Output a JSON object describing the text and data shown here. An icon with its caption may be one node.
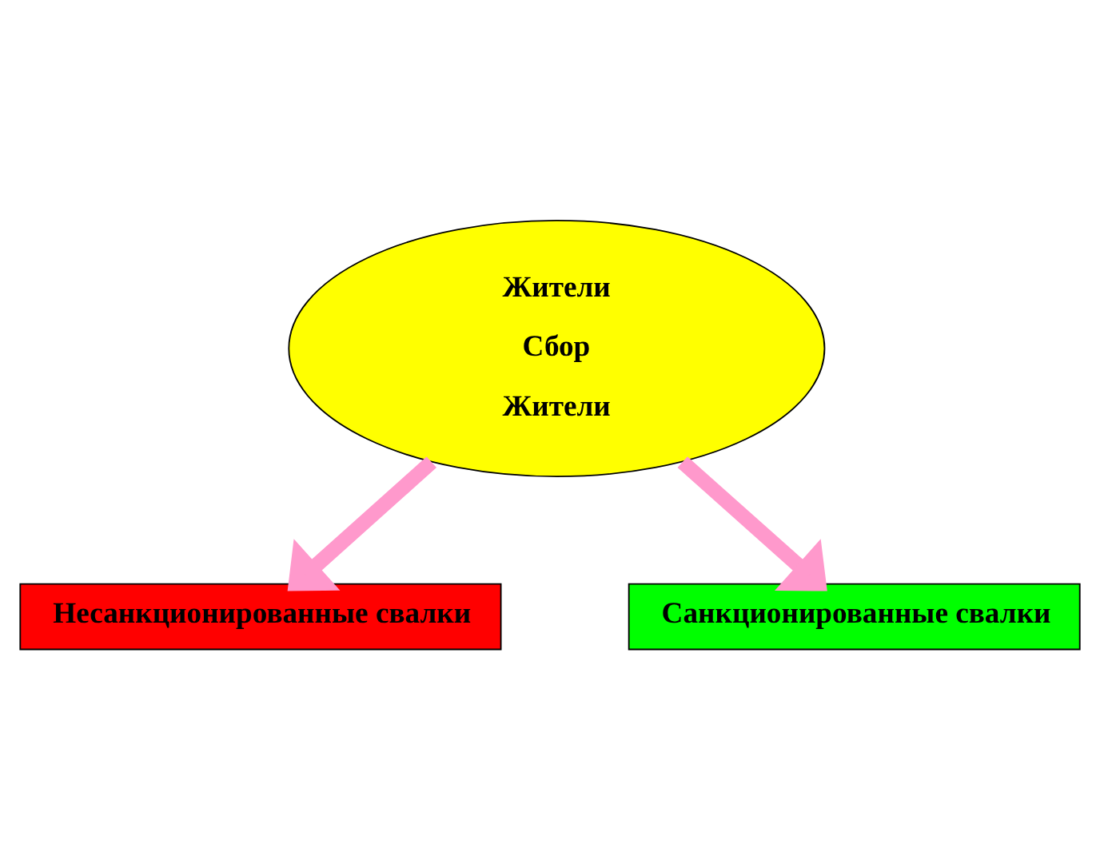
{
  "diagram": {
    "nodes": [
      {
        "text": [
          "Жители",
          "Сбор",
          "Жители"
        ]
      },
      {
        "text": [
          "Несанкционированные свалки"
        ]
      },
      {
        "text": [
          "Санкционированные свалки"
        ]
      }
    ],
    "edges": [
      {
        "from": 0,
        "to": 1,
        "arrow": "to",
        "color": "#ff99cc"
      },
      {
        "from": 0,
        "to": 2,
        "arrow": "to",
        "color": "#ff99cc"
      }
    ]
  }
}
